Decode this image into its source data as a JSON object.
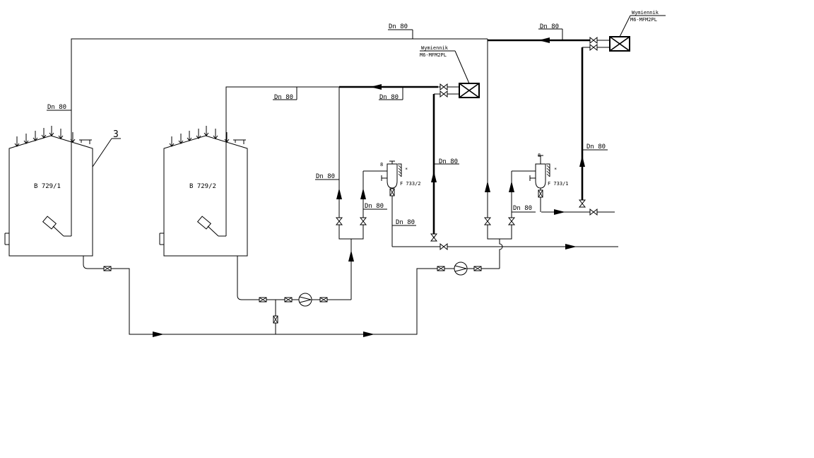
{
  "diagram": {
    "tanks": [
      {
        "id": "tank-1",
        "label": "B 729/1"
      },
      {
        "id": "tank-2",
        "label": "B 729/2"
      }
    ],
    "exchangers": [
      {
        "id": "exchanger-1",
        "label_line1": "Wymiennik",
        "label_line2": "M6-MFM2PL"
      },
      {
        "id": "exchanger-2",
        "label_line1": "Wymiennik",
        "label_line2": "M6-MFM2PL"
      }
    ],
    "filters": [
      {
        "id": "filter-1",
        "label": "F 733/2",
        "mark": "*",
        "top_mark": "8"
      },
      {
        "id": "filter-2",
        "label": "F 733/1",
        "mark": "*",
        "top_mark": "8"
      }
    ],
    "item_marker": "3",
    "pipe_label": "Dn 80"
  }
}
